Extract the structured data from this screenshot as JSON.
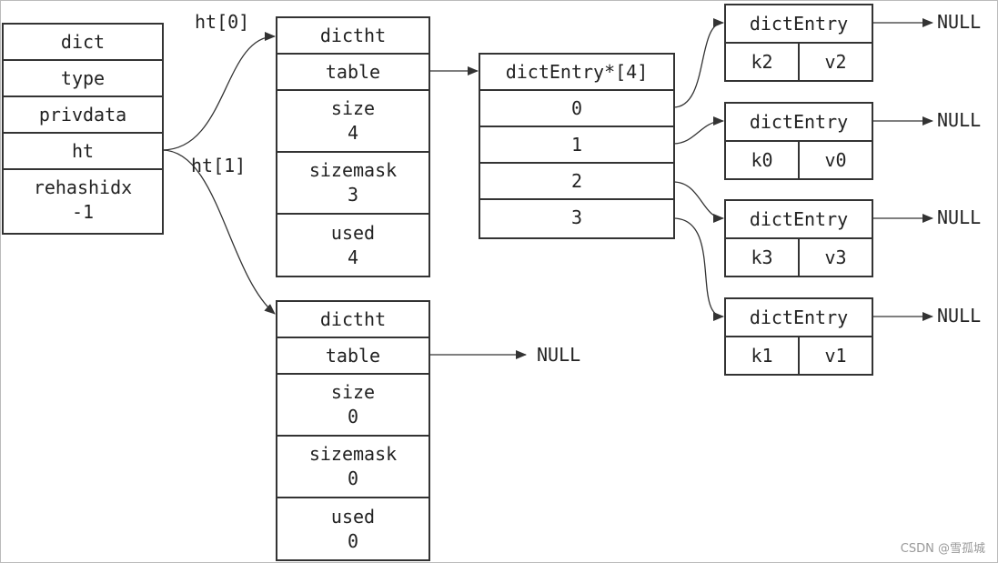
{
  "dict": {
    "fields": [
      "dict",
      "type",
      "privdata",
      "ht"
    ],
    "rehash_label": "rehashidx",
    "rehash_value": "-1"
  },
  "labels": {
    "ht0": "ht[0]",
    "ht1": "ht[1]"
  },
  "ht0": {
    "title": "dictht",
    "table": "table",
    "size_label": "size",
    "size": "4",
    "sizemask_label": "sizemask",
    "sizemask": "3",
    "used_label": "used",
    "used": "4"
  },
  "ht1": {
    "title": "dictht",
    "table": "table",
    "size_label": "size",
    "size": "0",
    "sizemask_label": "sizemask",
    "sizemask": "0",
    "used_label": "used",
    "used": "0",
    "table_null": "NULL"
  },
  "array": {
    "title": "dictEntry*[4]",
    "indices": [
      "0",
      "1",
      "2",
      "3"
    ]
  },
  "entries": [
    {
      "title": "dictEntry",
      "key": "k2",
      "value": "v2",
      "next": "NULL"
    },
    {
      "title": "dictEntry",
      "key": "k0",
      "value": "v0",
      "next": "NULL"
    },
    {
      "title": "dictEntry",
      "key": "k3",
      "value": "v3",
      "next": "NULL"
    },
    {
      "title": "dictEntry",
      "key": "k1",
      "value": "v1",
      "next": "NULL"
    }
  ],
  "watermark": "CSDN @雪孤城"
}
